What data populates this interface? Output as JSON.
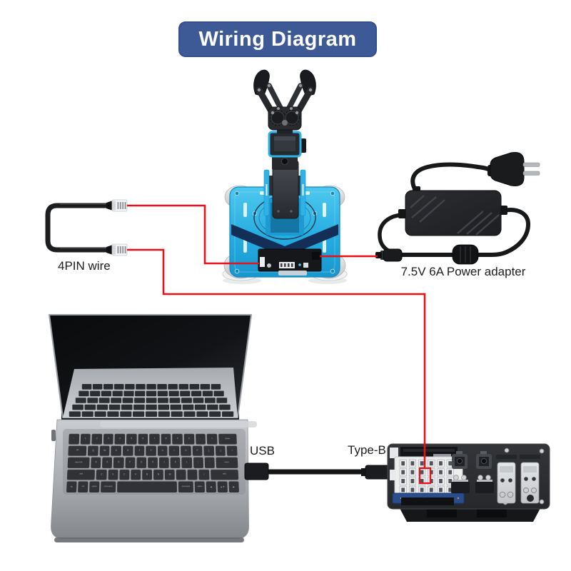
{
  "banner": {
    "label": "Wiring Diagram"
  },
  "labels": {
    "four_pin_wire": "4PIN wire",
    "power_adapter": "7.5V 6A Power adapter",
    "usb": "USB",
    "type_b": "Type-B"
  },
  "colors": {
    "banner_blue": "#3d5a96",
    "wire_red": "#e8111a",
    "robot_cyan": "#2fb5e8",
    "robot_navy": "#132f57",
    "adapter_black": "#202225",
    "board_black": "#2e3033",
    "laptop_silver": "#a8abb0"
  },
  "laptop": {
    "keyboard": {
      "rows": [
        [
          "~",
          "1",
          "2",
          "3",
          "4",
          "5",
          "6",
          "7",
          "8",
          "9",
          "0",
          "-",
          "=",
          "delete|1.8"
        ],
        [
          "tab|1.8",
          "Q",
          "W",
          "E",
          "R",
          "T",
          "Y",
          "U",
          "I",
          "O",
          "P",
          "[",
          "]",
          "\\"
        ],
        [
          "caps lock|2.2",
          "A",
          "S",
          "D",
          "F",
          "G",
          "H",
          "J",
          "K",
          "L",
          ";",
          "'",
          "return|2.2"
        ],
        [
          "shift|2.8",
          "Z",
          "X",
          "C",
          "V",
          "B",
          "N",
          "M",
          ",",
          ".",
          "/",
          "shift|2.8"
        ],
        [
          "fn",
          "ctrl",
          "option",
          "command|1.5",
          "|6",
          "command|1.5",
          "option",
          "◀",
          "▲▼",
          "▶"
        ]
      ]
    }
  },
  "controller_board": {
    "pin_grid": {
      "rows": 4,
      "cols": 6
    }
  }
}
